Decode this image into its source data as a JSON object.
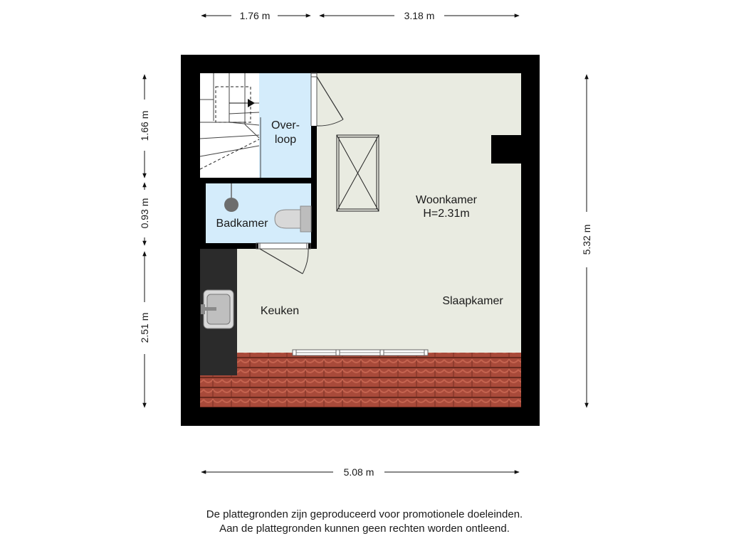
{
  "dimensions": {
    "top_left": "1.76 m",
    "top_right": "3.18 m",
    "left_top": "1.66 m",
    "left_middle": "0.93 m",
    "left_bottom": "2.51 m",
    "right": "5.32 m",
    "bottom": "5.08 m"
  },
  "rooms": {
    "overloop_line1": "Over-",
    "overloop_line2": "loop",
    "badkamer": "Badkamer",
    "woonkamer": "Woonkamer",
    "woonkamer_height": "H=2.31m",
    "keuken": "Keuken",
    "slaapkamer": "Slaapkamer"
  },
  "disclaimer": {
    "line1": "De plattegronden zijn geproduceerd voor promotionele doeleinden.",
    "line2": "Aan de plattegronden kunnen geen rechten worden ontleend."
  },
  "colors": {
    "wall": "#000000",
    "floor": "#e9ebe1",
    "wet_room": "#d4ecfb",
    "roof_tiles": "#a84a3a",
    "counter": "#2b2b2b"
  }
}
